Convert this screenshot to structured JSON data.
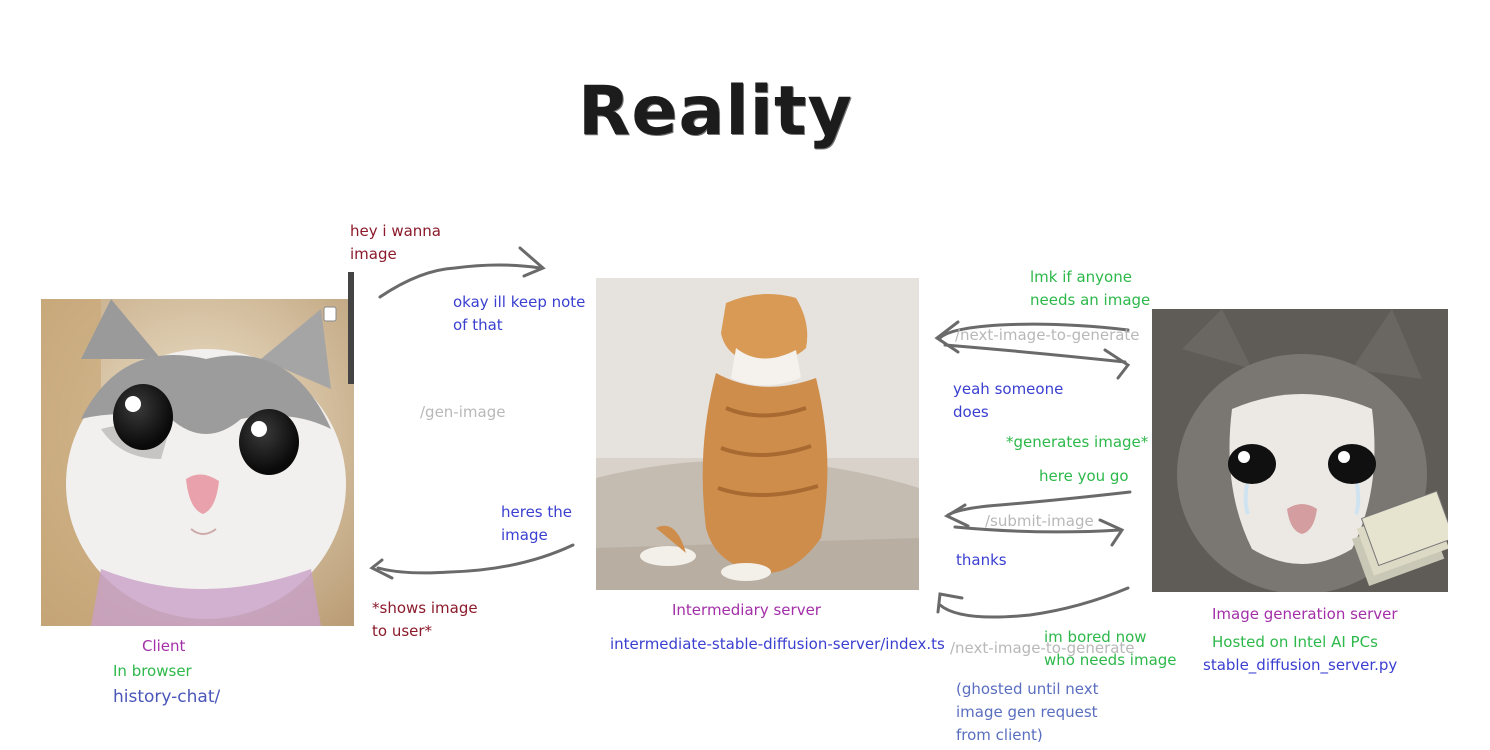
{
  "title": "Reality",
  "nodes": {
    "client": {
      "name": "Client",
      "env": "In browser",
      "path": "history-chat/"
    },
    "intermediary": {
      "name": "Intermediary server",
      "path": "intermediate-stable-diffusion-server/index.ts"
    },
    "generator": {
      "name": "Image generation server",
      "env": "Hosted on Intel AI PCs",
      "path": "stable_diffusion_server.py"
    }
  },
  "messages": {
    "client_request": "hey i wanna\nimage",
    "intermediary_ack": "okay ill keep note\nof that",
    "gen_image_endpoint": "/gen-image",
    "intermediary_return": "heres the\nimage",
    "client_show": "*shows image\nto user*",
    "generator_poll": "lmk if anyone\nneeds an image",
    "next_image_endpoint": "/next-image-to-generate",
    "intermediary_yes": "yeah someone\ndoes",
    "generator_generates": "*generates image*",
    "generator_submit": "here you go",
    "submit_endpoint": "/submit-image",
    "intermediary_thanks": "thanks",
    "generator_bored": "im bored now\nwho needs image",
    "next_image_endpoint_2": "/next-image-to-generate",
    "ghosted_note": "(ghosted until next\nimage gen request\nfrom client)"
  },
  "images": {
    "client_cat": "wide-eyed-kitten",
    "intermediary_cat": "standing-orange-cat",
    "generator_cat": "crying-cat-with-money"
  }
}
